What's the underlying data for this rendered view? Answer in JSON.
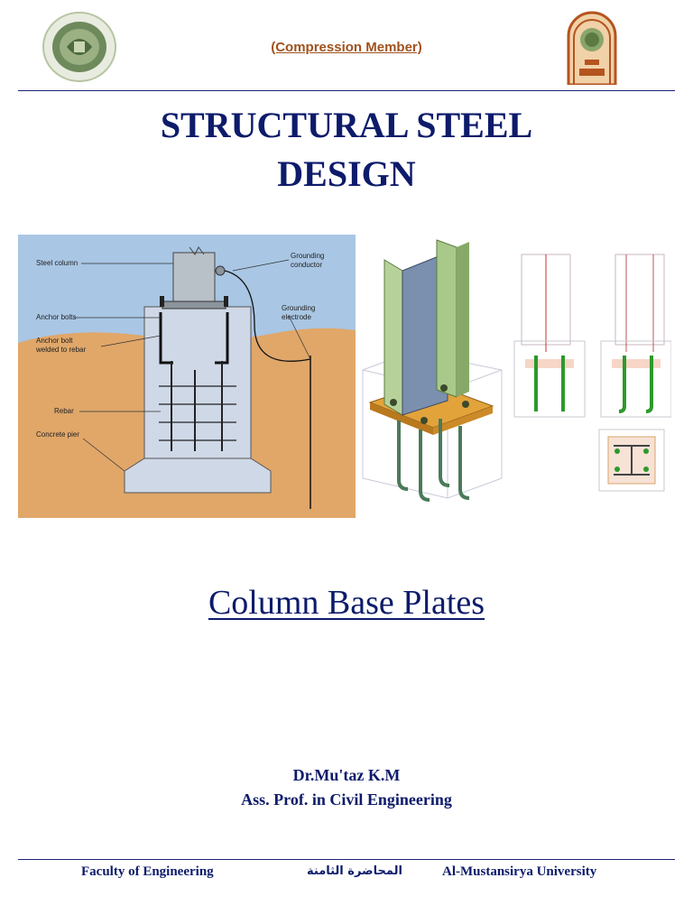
{
  "header": {
    "title": "(Compression Member)"
  },
  "document": {
    "title_line1": "STRUCTURAL STEEL",
    "title_line2": "DESIGN",
    "subtitle": "Column Base Plates",
    "author_name": "Dr.Mu'taz K.M",
    "author_position": "Ass. Prof. in Civil Engineering"
  },
  "diagram": {
    "labels": {
      "steel_column": "Steel column",
      "anchor_bolts": "Anchor bolts",
      "anchor_bolt_welded": "Anchor bolt",
      "anchor_bolt_welded_2": "welded to rebar",
      "rebar": "Rebar",
      "concrete_pier": "Concrete pier",
      "grounding_conductor": "Grounding",
      "grounding_conductor_2": "conductor",
      "grounding_electrode": "Grounding",
      "grounding_electrode_2": "electrode"
    }
  },
  "footer": {
    "left": "Faculty of Engineering",
    "center": "المحاضرة الثامنة",
    "right": "Al-Mustansirya University"
  },
  "colors": {
    "title": "#0d1b6b",
    "header": "#a0521d",
    "sky": "#a9c6e4",
    "soil": "#e0a769",
    "concrete": "#cfd8e6",
    "column_green": "#a8c98a",
    "plate": "#e3a33b"
  }
}
